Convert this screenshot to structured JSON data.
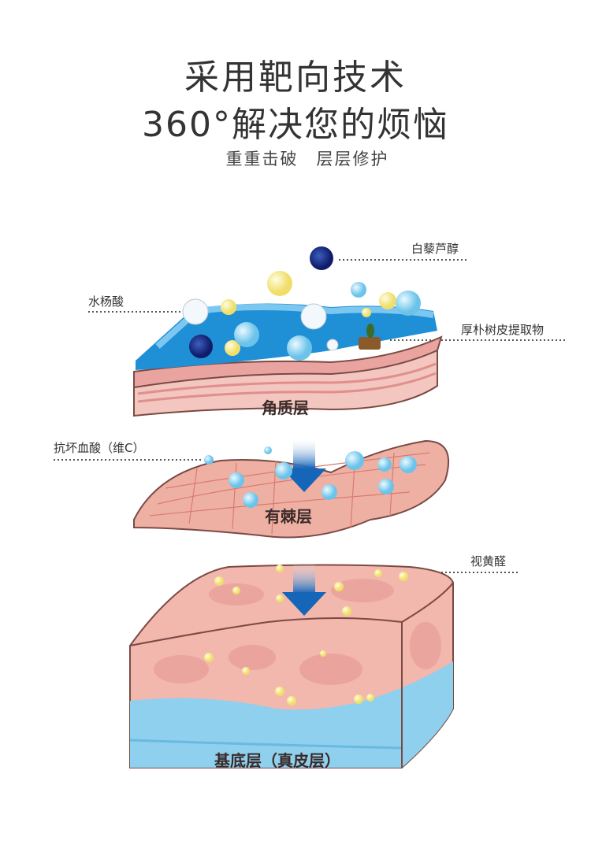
{
  "header": {
    "title_line1": "采用靶向技术",
    "title_line2": "360°解决您的烦恼",
    "subtitle": "重重击破　层层修护"
  },
  "ingredients": {
    "resveratrol": "白藜芦醇",
    "salicylic": "水杨酸",
    "magnolia": "厚朴树皮提取物",
    "vitamin_c": "抗坏血酸（维C）",
    "retinal": "视黄醛"
  },
  "layers": {
    "stratum_corneum": "角质层",
    "spinous": "有棘层",
    "basal": "基底层（真皮层）"
  },
  "colors": {
    "blue": "#1f8fd6",
    "skin": "#e9a4a0",
    "skin_light": "#f5c9c2",
    "arrow": "#1565b8",
    "yellow": "#f3e98a"
  }
}
